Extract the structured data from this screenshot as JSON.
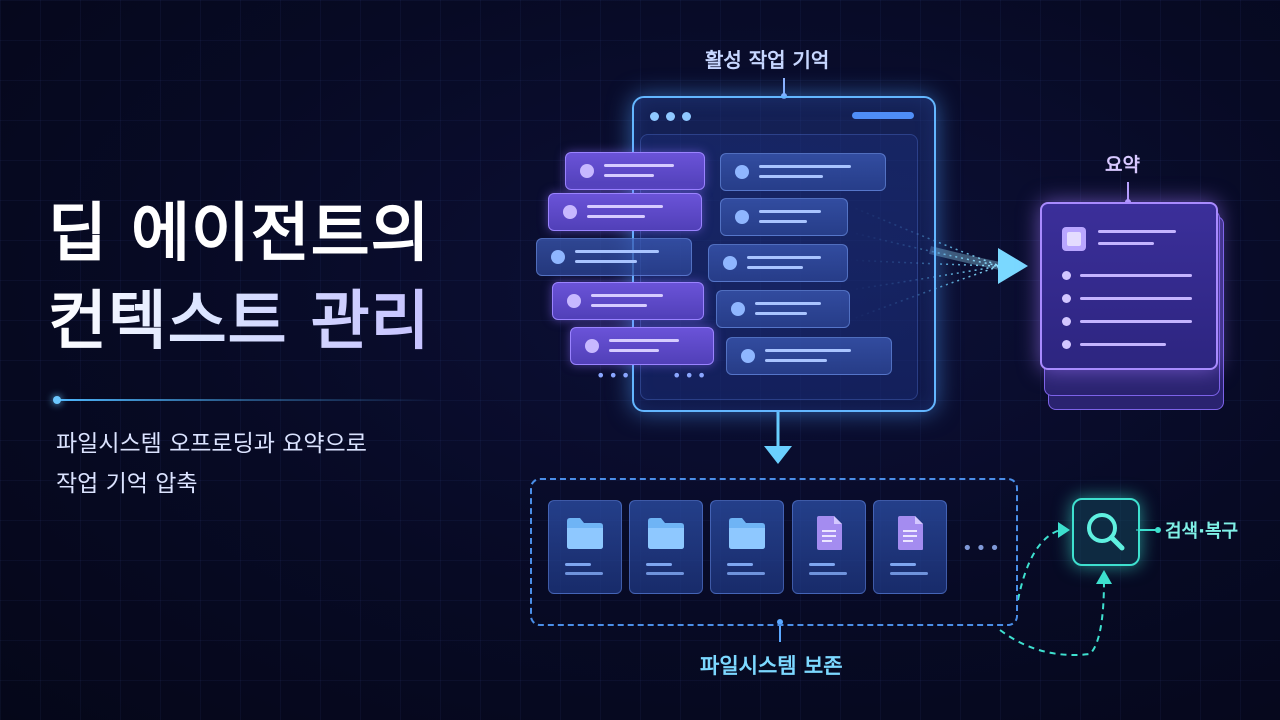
{
  "title": {
    "line1": "딥 에이전트의",
    "line2": "컨텍스트 관리"
  },
  "subtitle": {
    "line1": "파일시스템 오프로딩과 요약으로",
    "line2": "작업 기억 압축"
  },
  "labels": {
    "active_memory": "활성 작업 기억",
    "summary": "요약",
    "search_restore": "검색·복구",
    "filesystem_preserve": "파일시스템 보존"
  },
  "icons": {
    "folder": "folder-icon",
    "document": "document-icon",
    "search": "search-icon",
    "arrow": "arrow-right-icon"
  },
  "colors": {
    "background": "#070a24",
    "panel_border": "#63b6ff",
    "purple_card": "#6a53d8",
    "blue_card": "#3c5ab4",
    "summary_border": "#a98bff",
    "search_accent": "#3ee0cf",
    "flow_arrow": "#6ad0ff"
  }
}
